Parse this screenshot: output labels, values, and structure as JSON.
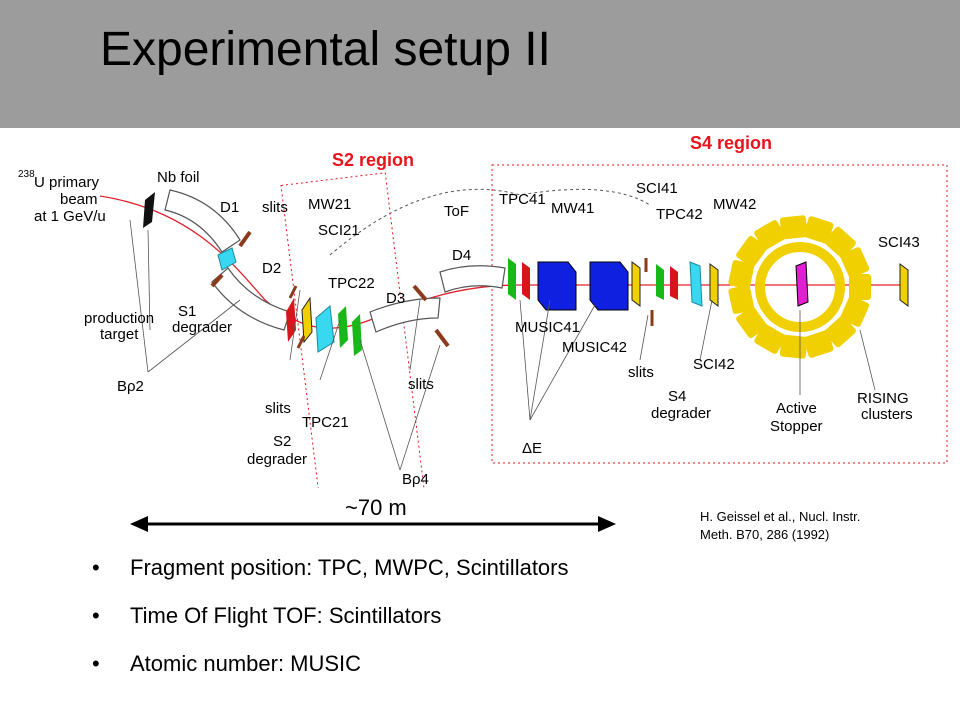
{
  "slide": {
    "title": "Experimental setup II",
    "distance_label": "~70 m",
    "reference": [
      "H. Geissel et al., Nucl. Instr.",
      "Meth. B70, 286 (1992)"
    ],
    "bullets": [
      "Fragment position: TPC, MWPC, Scintillators",
      "Time Of Flight TOF: Scintillators",
      "Atomic  number: MUSIC"
    ],
    "bullet_symbol": "•"
  },
  "diagram": {
    "regions": {
      "s2": "S2 region",
      "s4": "S4 region"
    },
    "beam": {
      "mass_number": "238",
      "line1": "U primary",
      "line2": "beam",
      "line3": "at 1 GeV/u"
    },
    "labels": {
      "nb_foil": "Nb foil",
      "d1": "D1",
      "slits_top": "slits",
      "d2": "D2",
      "s1": "S1",
      "degrader_s1": "degrader",
      "production": "production",
      "target": "target",
      "brho2": "Bρ2",
      "mw21": "MW21",
      "sci21": "SCI21",
      "tpc22": "TPC22",
      "slits_s2": "slits",
      "tpc21": "TPC21",
      "s2": "S2",
      "degrader_s2": "degrader",
      "tof": "ToF",
      "d3": "D3",
      "d4": "D4",
      "slits_mid": "slits",
      "brho4": "Bρ4",
      "tpc41": "TPC41",
      "mw41": "MW41",
      "music41": "MUSIC41",
      "music42": "MUSIC42",
      "delta_e": "ΔE",
      "sci41": "SCI41",
      "tpc42": "TPC42",
      "mw42": "MW42",
      "slits_s4": "slits",
      "s4": "S4",
      "degrader_s4": "degrader",
      "sci42": "SCI42",
      "active": "Active",
      "stopper": "Stopper",
      "sci43": "SCI43",
      "rising": "RISING",
      "clusters": "clusters"
    }
  },
  "colors": {
    "header_bg": "#9c9c9c",
    "region_red": "#e8141c",
    "detector_red": "#d8141c",
    "detector_green": "#18b818",
    "music_blue": "#1020e0",
    "degrader_cyan": "#38d8f0",
    "scintillator_yellow": "#f0d000",
    "stopper_magenta": "#e020d0",
    "slit_brown": "#8b3a1a"
  }
}
